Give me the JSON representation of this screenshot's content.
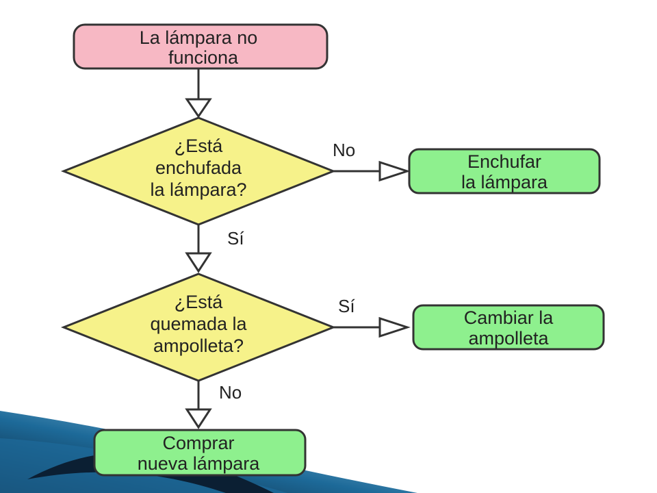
{
  "colors": {
    "start": "#f7b8c4",
    "decision": "#f6f28a",
    "action": "#8ef08e",
    "stroke": "#333333",
    "corner_dark": "#0b1f33",
    "corner_mid": "#1d6a99",
    "corner_light": "#bfe6f7"
  },
  "nodes": {
    "start": {
      "line1": "La lámpara no",
      "line2": "funciona"
    },
    "decision_plugged": {
      "line1": "¿Está",
      "line2": "enchufada",
      "line3": "la lámpara?"
    },
    "action_plug": {
      "line1": "Enchufar",
      "line2": "la lámpara"
    },
    "decision_burnt": {
      "line1": "¿Está",
      "line2": "quemada la",
      "line3": "ampolleta?"
    },
    "action_replace": {
      "line1": "Cambiar la",
      "line2": "ampolleta"
    },
    "action_buy": {
      "line1": "Comprar",
      "line2": "nueva lámpara"
    }
  },
  "edges": {
    "plugged_no": "No",
    "plugged_yes": "Sí",
    "burnt_yes": "Sí",
    "burnt_no": "No"
  }
}
